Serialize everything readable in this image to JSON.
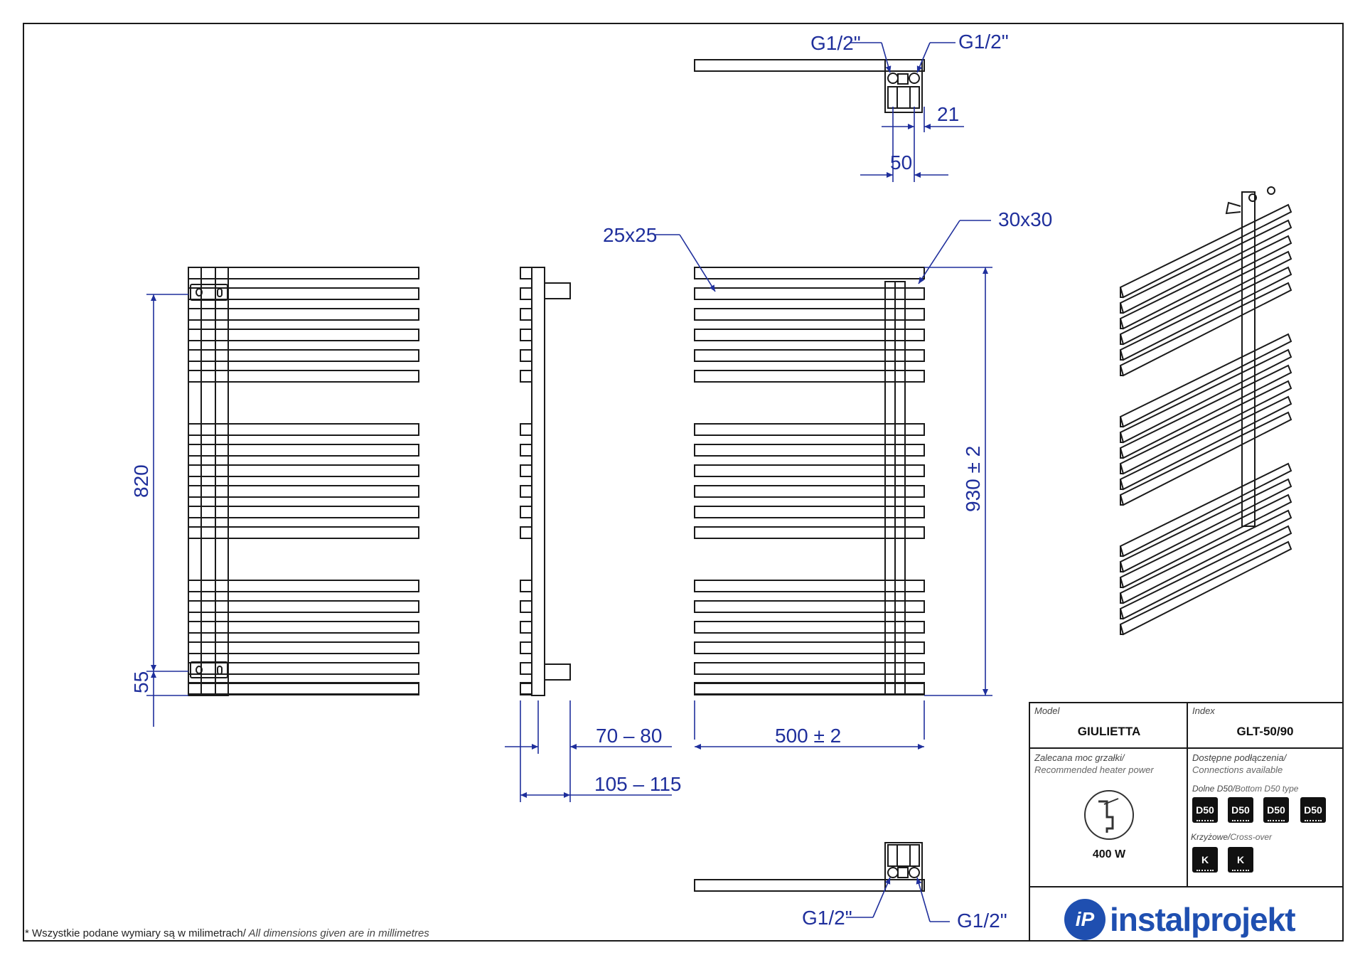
{
  "dimensions": {
    "g_top_left": "G1/2\"",
    "g_top_right": "G1/2\"",
    "dim_21": "21",
    "dim_50": "50",
    "dim_25x25": "25x25",
    "dim_30x30": "30x30",
    "dim_820": "820",
    "dim_55": "55",
    "dim_930": "930  ± 2",
    "dim_500": "500  ± 2",
    "dim_70_80": "70 – 80",
    "dim_105_115": "105 – 115",
    "g_bottom_left": "G1/2\"",
    "g_bottom_right": "G1/2\""
  },
  "title_block": {
    "model_label": "Model",
    "model_value": "GIULIETTA",
    "index_label": "Index",
    "index_value": "GLT-50/90",
    "power_label_pl": "Zalecana moc grzałki/",
    "power_label_en": "Recommended heater power",
    "power_value": "400 W",
    "connections_label_pl": "Dostępne podłączenia/",
    "connections_label_en": "Connections available",
    "bottom_type_pl": "Dolne D50/",
    "bottom_type_en": "Bottom D50 type",
    "bottom_badges": [
      "D50",
      "D50",
      "D50",
      "D50"
    ],
    "crossover_pl": "Krzyżowe/",
    "crossover_en": "Cross-over",
    "crossover_badges": [
      "K",
      "K"
    ]
  },
  "footnote_pl": "* Wszystkie podane wymiary są w milimetrach/",
  "footnote_en": " All dimensions given are in millimetres",
  "brand": {
    "mark": "iP",
    "name": "instalprojekt"
  },
  "colors": {
    "dimension": "#1f2f9c",
    "line": "#1a1a1a",
    "brand": "#1f4fb0"
  }
}
